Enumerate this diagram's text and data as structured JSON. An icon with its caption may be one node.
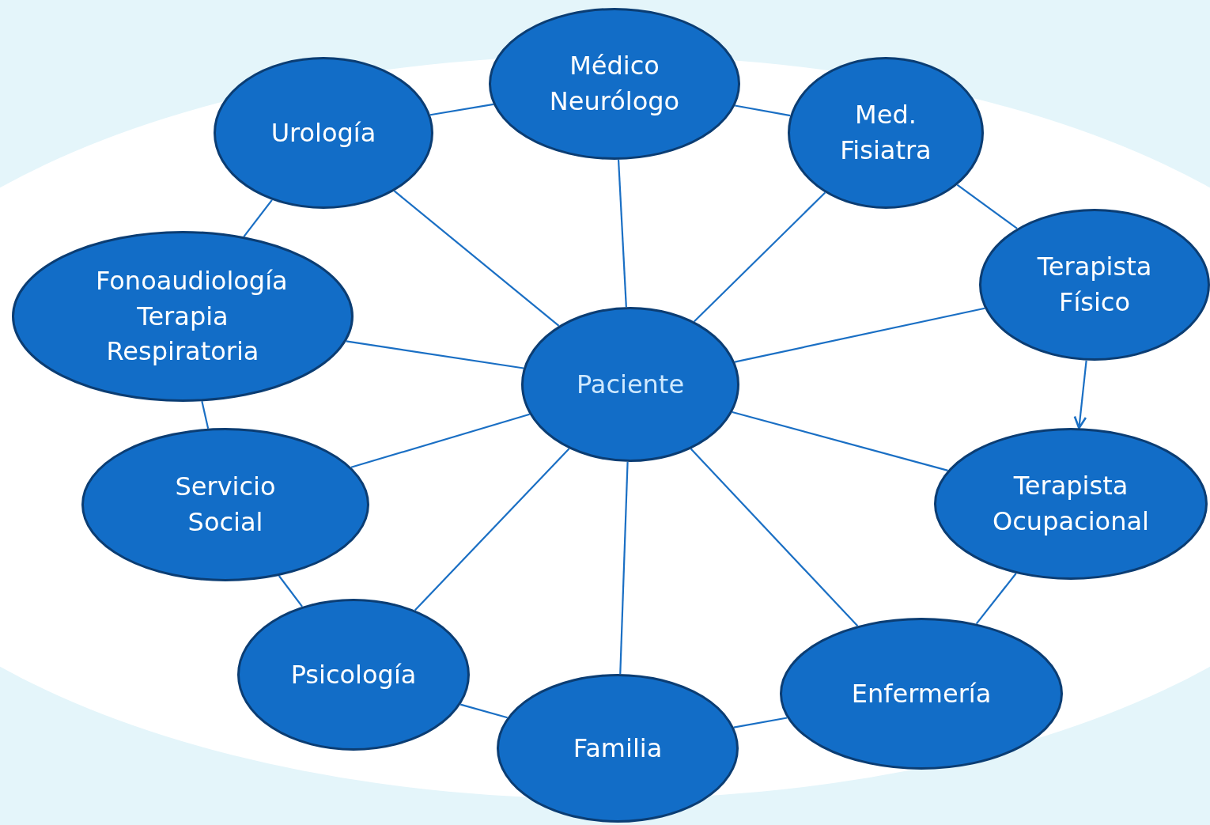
{
  "diagram": {
    "nodes": [
      {
        "text": [
          "Paciente"
        ]
      },
      {
        "text": [
          "Médico Neurólogo"
        ]
      },
      {
        "text": [
          "Med. Fisiatra"
        ]
      },
      {
        "text": [
          "Terapista Físico"
        ]
      },
      {
        "text": [
          "Terapista Ocupacional"
        ]
      },
      {
        "text": [
          "Enfermería"
        ]
      },
      {
        "text": [
          "Familia"
        ]
      },
      {
        "text": [
          "Psicología"
        ]
      },
      {
        "text": [
          "Servicio Social"
        ]
      },
      {
        "text": [
          "Fonoaudiología",
          "Terapia Respiratoria"
        ]
      },
      {
        "text": [
          "Urología"
        ]
      }
    ],
    "edges": [
      {
        "from": 0,
        "to": 1,
        "arrow": "none"
      },
      {
        "from": 0,
        "to": 2,
        "arrow": "none"
      },
      {
        "from": 0,
        "to": 3,
        "arrow": "none"
      },
      {
        "from": 0,
        "to": 4,
        "arrow": "none"
      },
      {
        "from": 0,
        "to": 5,
        "arrow": "none"
      },
      {
        "from": 0,
        "to": 6,
        "arrow": "none"
      },
      {
        "from": 0,
        "to": 7,
        "arrow": "none"
      },
      {
        "from": 0,
        "to": 8,
        "arrow": "none"
      },
      {
        "from": 0,
        "to": 9,
        "arrow": "none"
      },
      {
        "from": 0,
        "to": 10,
        "arrow": "none"
      },
      {
        "from": 10,
        "to": 1,
        "arrow": "none"
      },
      {
        "from": 1,
        "to": 2,
        "arrow": "none"
      },
      {
        "from": 2,
        "to": 3,
        "arrow": "none"
      },
      {
        "from": 3,
        "to": 4,
        "arrow": "to"
      },
      {
        "from": 4,
        "to": 5,
        "arrow": "none"
      },
      {
        "from": 5,
        "to": 6,
        "arrow": "none"
      },
      {
        "from": 6,
        "to": 7,
        "arrow": "none"
      },
      {
        "from": 7,
        "to": 8,
        "arrow": "none"
      },
      {
        "from": 8,
        "to": 9,
        "arrow": "none"
      },
      {
        "from": 9,
        "to": 10,
        "arrow": "none"
      }
    ]
  }
}
